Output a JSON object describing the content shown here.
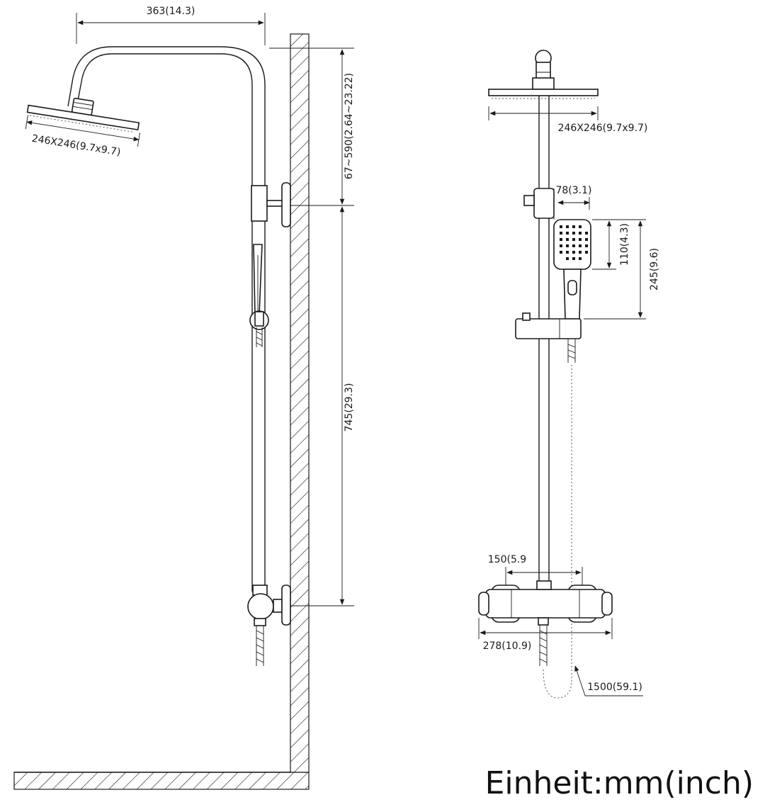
{
  "side_view": {
    "arm_reach": "363(14.3)",
    "head_size": "246X246(9.7x9.7)",
    "height_adjust": "67~590(2.64~23.22)",
    "bracket_spacing": "745(29.3)"
  },
  "front_view": {
    "head_size": "246X246(9.7x9.7)",
    "bracket_offset": "78(3.1)",
    "handset_head": "110(4.3)",
    "handset_length": "245(9.6)",
    "inlet_spacing": "150(5.9",
    "mixer_width": "278(10.9)",
    "hose_length": "1500(59.1)"
  },
  "unit_label": "Einheit:mm(inch)",
  "colors": {
    "line": "#1a1a1a",
    "background": "#ffffff"
  }
}
